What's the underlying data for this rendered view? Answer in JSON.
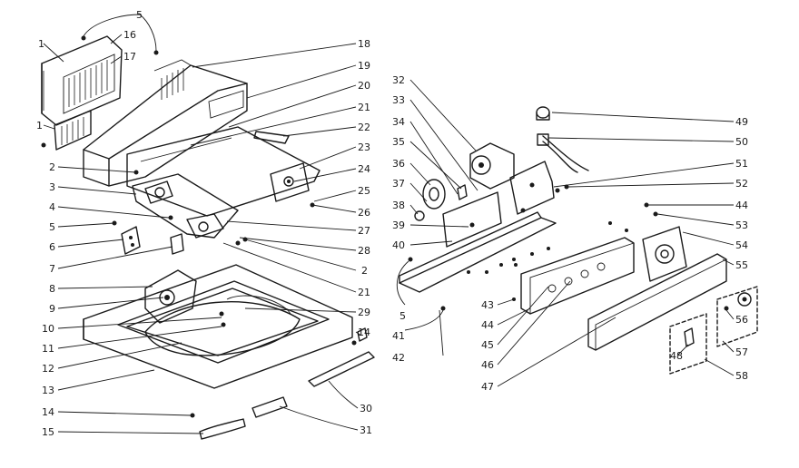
{
  "diagram": {
    "callouts": [
      {
        "id": "c5a",
        "text": "5"
      },
      {
        "id": "c1a",
        "text": "1"
      },
      {
        "id": "c16",
        "text": "16"
      },
      {
        "id": "c17",
        "text": "17"
      },
      {
        "id": "c1b",
        "text": "1"
      },
      {
        "id": "c18",
        "text": "18"
      },
      {
        "id": "c19",
        "text": "19"
      },
      {
        "id": "c20",
        "text": "20"
      },
      {
        "id": "c21a",
        "text": "21"
      },
      {
        "id": "c22",
        "text": "22"
      },
      {
        "id": "c23",
        "text": "23"
      },
      {
        "id": "c24",
        "text": "24"
      },
      {
        "id": "c25",
        "text": "25"
      },
      {
        "id": "c26",
        "text": "26"
      },
      {
        "id": "c27",
        "text": "27"
      },
      {
        "id": "c28",
        "text": "28"
      },
      {
        "id": "c2a",
        "text": "2"
      },
      {
        "id": "c2b",
        "text": "2"
      },
      {
        "id": "c3",
        "text": "3"
      },
      {
        "id": "c4",
        "text": "4"
      },
      {
        "id": "c5b",
        "text": "5"
      },
      {
        "id": "c6",
        "text": "6"
      },
      {
        "id": "c7",
        "text": "7"
      },
      {
        "id": "c8",
        "text": "8"
      },
      {
        "id": "c9",
        "text": "9"
      },
      {
        "id": "c10",
        "text": "10"
      },
      {
        "id": "c11",
        "text": "11"
      },
      {
        "id": "c12",
        "text": "12"
      },
      {
        "id": "c13",
        "text": "13"
      },
      {
        "id": "c14a",
        "text": "14"
      },
      {
        "id": "c15",
        "text": "15"
      },
      {
        "id": "c21b",
        "text": "21"
      },
      {
        "id": "c29",
        "text": "29"
      },
      {
        "id": "c14b",
        "text": "14"
      },
      {
        "id": "c30",
        "text": "30"
      },
      {
        "id": "c31",
        "text": "31"
      },
      {
        "id": "c32",
        "text": "32"
      },
      {
        "id": "c33",
        "text": "33"
      },
      {
        "id": "c34",
        "text": "34"
      },
      {
        "id": "c35",
        "text": "35"
      },
      {
        "id": "c36",
        "text": "36"
      },
      {
        "id": "c37",
        "text": "37"
      },
      {
        "id": "c38",
        "text": "38"
      },
      {
        "id": "c39",
        "text": "39"
      },
      {
        "id": "c40",
        "text": "40"
      },
      {
        "id": "c5c",
        "text": "5"
      },
      {
        "id": "c41",
        "text": "41"
      },
      {
        "id": "c42",
        "text": "42"
      },
      {
        "id": "c43",
        "text": "43"
      },
      {
        "id": "c44a",
        "text": "44"
      },
      {
        "id": "c45",
        "text": "45"
      },
      {
        "id": "c46",
        "text": "46"
      },
      {
        "id": "c47",
        "text": "47"
      },
      {
        "id": "c49",
        "text": "49"
      },
      {
        "id": "c50",
        "text": "50"
      },
      {
        "id": "c51",
        "text": "51"
      },
      {
        "id": "c52",
        "text": "52"
      },
      {
        "id": "c44b",
        "text": "44"
      },
      {
        "id": "c53",
        "text": "53"
      },
      {
        "id": "c54",
        "text": "54"
      },
      {
        "id": "c55",
        "text": "55"
      },
      {
        "id": "c56",
        "text": "56"
      },
      {
        "id": "c57",
        "text": "57"
      },
      {
        "id": "c48",
        "text": "48"
      },
      {
        "id": "c58",
        "text": "58"
      }
    ]
  }
}
